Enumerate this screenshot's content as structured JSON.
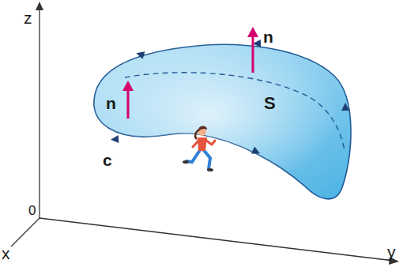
{
  "diagram": {
    "labels": [
      "z",
      "x",
      "y",
      "0",
      "n",
      "n",
      "S",
      "c"
    ]
  }
}
